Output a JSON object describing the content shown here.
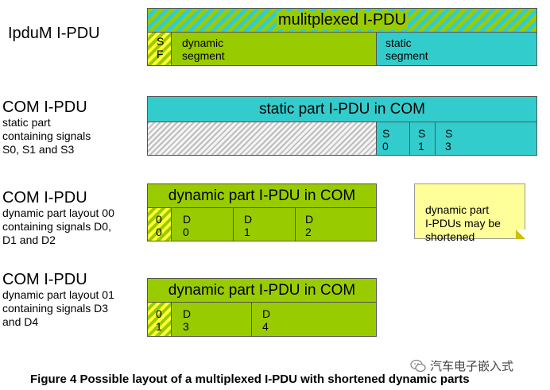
{
  "ipdum": {
    "label": "IpduM I-PDU",
    "header": "mulitplexed I-PDU",
    "sf": "S\nF",
    "dynamic": "dynamic\nsegment",
    "static": "static\nsegment"
  },
  "com_static": {
    "title": "COM I-PDU",
    "desc": "static part\ncontaining signals\nS0, S1 and S3",
    "header": "static part I-PDU in COM",
    "signals": [
      "S\n0",
      "S\n1",
      "S\n3"
    ]
  },
  "com_dyn00": {
    "title": "COM I-PDU",
    "desc": "dynamic part layout 00\ncontaining signals D0,\nD1 and D2",
    "header": "dynamic part I-PDU in COM",
    "selector": "0\n0",
    "signals": [
      "D\n0",
      "D\n1",
      "D\n2"
    ]
  },
  "com_dyn01": {
    "title": "COM I-PDU",
    "desc": "dynamic part layout 01\ncontaining signals D3\nand D4",
    "header": "dynamic part I-PDU in COM",
    "selector": "0\n1",
    "signals": [
      "D\n3",
      "D\n4"
    ]
  },
  "note": "dynamic part\nI-PDUs may be\nshortened",
  "caption": "Figure 4 Possible layout of a multiplexed I-PDU with shortened dynamic parts",
  "watermark": "汽车电子嵌入式",
  "colors": {
    "dynamic_green": "#99cc00",
    "static_cyan": "#33cccc",
    "selector_yellow": "#ffff33",
    "note_yellow": "#ffff99"
  }
}
